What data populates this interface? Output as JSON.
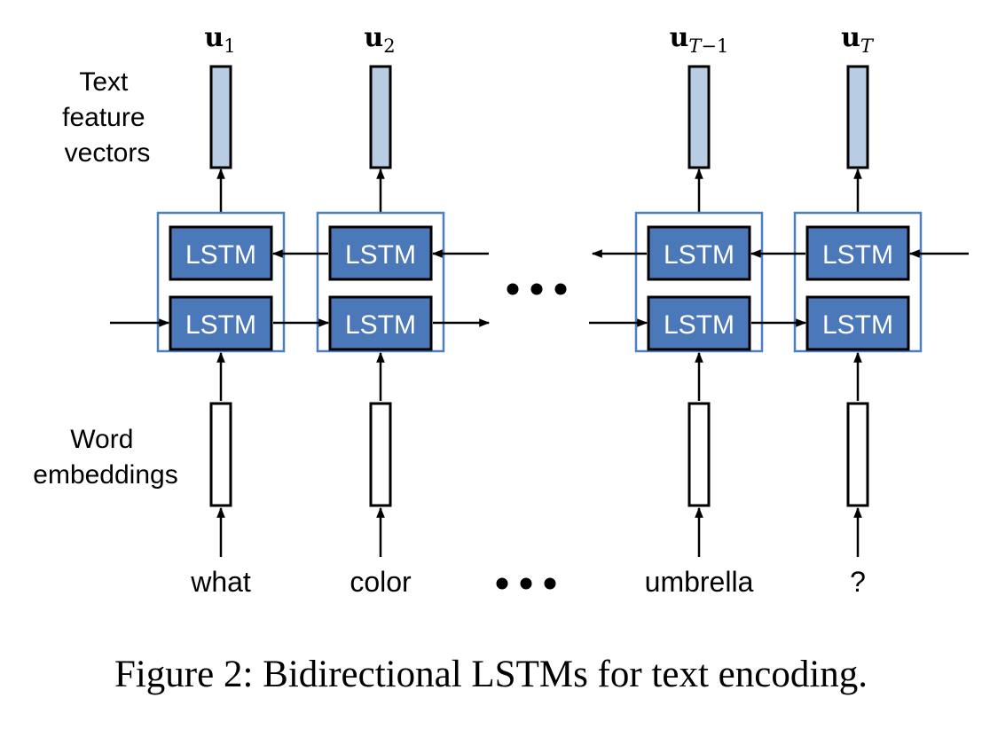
{
  "labels": {
    "text_feature_vectors": [
      "Text",
      "feature",
      "vectors"
    ],
    "word_embeddings": [
      "Word",
      "embeddings"
    ]
  },
  "lstm_label": "LSTM",
  "ellipsis": "• • •",
  "columns": [
    {
      "word": "what",
      "u_main": "u",
      "u_sub": "1",
      "u_sub_italic": false
    },
    {
      "word": "color",
      "u_main": "u",
      "u_sub": "2",
      "u_sub_italic": false
    },
    {
      "word": "umbrella",
      "u_main": "u",
      "u_sub_T": "T",
      "u_sub_rest": "−1",
      "u_sub_italic": true
    },
    {
      "word": "?",
      "u_main": "u",
      "u_sub_T": "T",
      "u_sub_rest": "",
      "u_sub_italic": true
    }
  ],
  "caption": "Figure 2: Bidirectional LSTMs for text encoding.",
  "colors": {
    "lstm_fill": "#4a78b8",
    "group_border": "#4a7fc1",
    "feature_fill": "#b8cce4",
    "stroke": "#000000"
  }
}
